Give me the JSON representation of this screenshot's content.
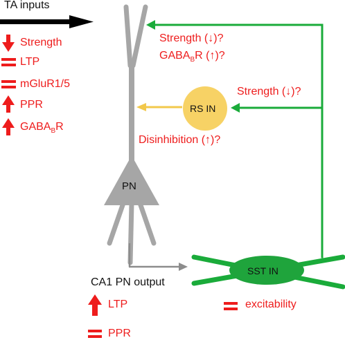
{
  "colors": {
    "neuron": "#a6a6a6",
    "green": "#1aab3a",
    "ellipse": "#1fa43c",
    "rs_fill": "#f7d265",
    "yellow_arrow": "#f2c84b",
    "red": "#ee1c1c",
    "black": "#000000",
    "gray_arrow": "#8c8c8c"
  },
  "input": {
    "label": "TA inputs"
  },
  "ta_effects": [
    {
      "symbol": "arrow-down",
      "label": "Strength"
    },
    {
      "symbol": "equal",
      "label": "LTP"
    },
    {
      "symbol": "equal",
      "label": "mGluR1/5"
    },
    {
      "symbol": "arrow-up",
      "label": "PPR"
    },
    {
      "symbol": "arrow-up",
      "label": "GABA",
      "sub": "B",
      "suffix": "R"
    }
  ],
  "projections": {
    "pn_strength": "Strength (↓)?",
    "pn_gaba": {
      "base": "GABA",
      "sub": "B",
      "suffix": "R (↑)?"
    },
    "rs_strength": "Strength (↓)?",
    "disinhibition": "Disinhibition (↑)?"
  },
  "cells": {
    "rs": "RS IN",
    "pn": "PN",
    "sst": "SST IN"
  },
  "output": {
    "label": "CA1 PN output",
    "effects": [
      {
        "symbol": "arrow-up",
        "label": "LTP"
      },
      {
        "symbol": "equal",
        "label": "PPR"
      }
    ]
  },
  "sst_effect": {
    "symbol": "equal",
    "label": "excitability"
  }
}
